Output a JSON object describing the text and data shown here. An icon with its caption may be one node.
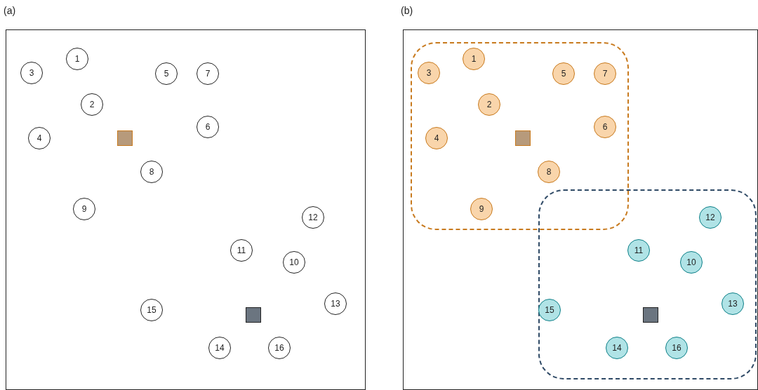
{
  "diagram": {
    "nodes": [
      {
        "text": [
          "(a)"
        ]
      },
      {
        "text": [
          "1"
        ],
        "in": 0
      },
      {
        "text": [
          "2"
        ],
        "in": 0
      },
      {
        "text": [
          "3"
        ],
        "in": 0
      },
      {
        "text": [
          "4"
        ],
        "in": 0
      },
      {
        "text": [
          "5"
        ],
        "in": 0
      },
      {
        "text": [
          "6"
        ],
        "in": 0
      },
      {
        "text": [
          "7"
        ],
        "in": 0
      },
      {
        "text": [
          "8"
        ],
        "in": 0
      },
      {
        "text": [
          "9"
        ],
        "in": 0
      },
      {
        "text": [
          "10"
        ],
        "in": 0
      },
      {
        "text": [
          "11"
        ],
        "in": 0
      },
      {
        "text": [
          "12"
        ],
        "in": 0
      },
      {
        "text": [
          "13"
        ],
        "in": 0
      },
      {
        "text": [
          "14"
        ],
        "in": 0
      },
      {
        "text": [
          "15"
        ],
        "in": 0
      },
      {
        "text": [
          "16"
        ],
        "in": 0
      },
      {
        "text": [],
        "shape": "box",
        "in": 0
      },
      {
        "text": [],
        "shape": "box",
        "in": 0
      },
      {
        "text": [
          "(b)"
        ]
      },
      {
        "text": [],
        "shape": "box",
        "in": 19
      },
      {
        "text": [
          "1"
        ],
        "in": 20
      },
      {
        "text": [
          "2"
        ],
        "in": 20
      },
      {
        "text": [
          "3"
        ],
        "in": 20
      },
      {
        "text": [
          "4"
        ],
        "in": 20
      },
      {
        "text": [
          "5"
        ],
        "in": 20
      },
      {
        "text": [
          "6"
        ],
        "in": 20
      },
      {
        "text": [
          "7"
        ],
        "in": 20
      },
      {
        "text": [
          "8"
        ],
        "in": 20
      },
      {
        "text": [
          "9"
        ],
        "in": 20
      },
      {
        "text": [],
        "shape": "box",
        "in": 20
      },
      {
        "text": [],
        "shape": "box",
        "in": 19
      },
      {
        "text": [
          "10"
        ],
        "in": 31
      },
      {
        "text": [
          "11"
        ],
        "in": 31
      },
      {
        "text": [
          "12"
        ],
        "in": 31
      },
      {
        "text": [
          "13"
        ],
        "in": 31
      },
      {
        "text": [
          "14"
        ],
        "in": 31
      },
      {
        "text": [
          "15"
        ],
        "in": 31
      },
      {
        "text": [
          "16"
        ],
        "in": 31
      },
      {
        "text": [],
        "shape": "box",
        "in": 31
      }
    ]
  }
}
